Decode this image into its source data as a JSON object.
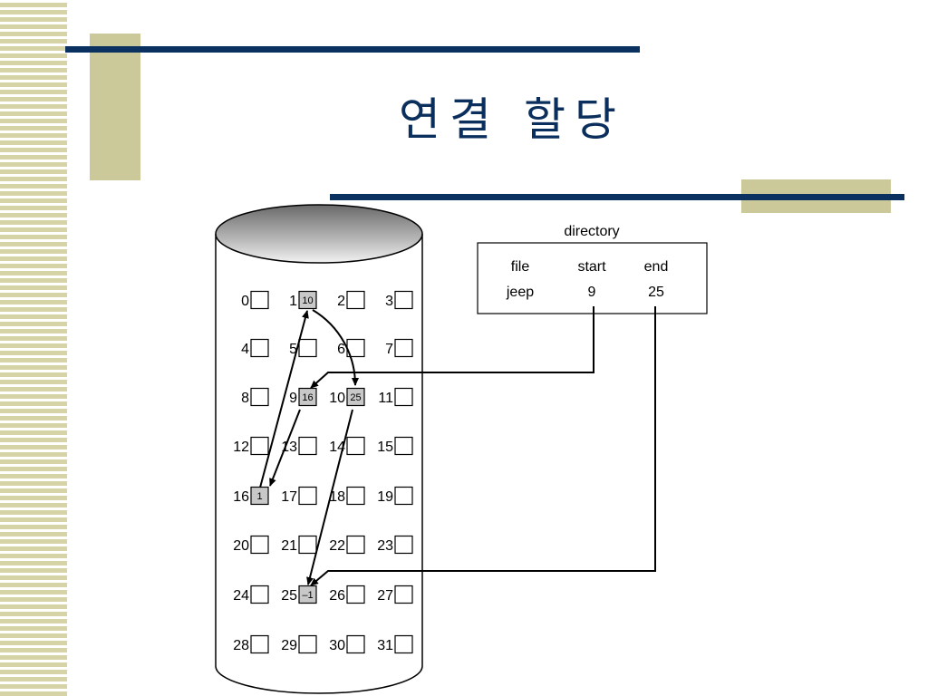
{
  "slide": {
    "title": "연결 할당",
    "colors": {
      "navy": "#0b3160",
      "olive": "#cbc99a"
    }
  },
  "diagram": {
    "directory": {
      "title": "directory",
      "headers": [
        "file",
        "start",
        "end"
      ],
      "row": [
        "jeep",
        "9",
        "25"
      ]
    },
    "blocks": [
      {
        "n": "0",
        "ptr": ""
      },
      {
        "n": "1",
        "ptr": "10"
      },
      {
        "n": "2",
        "ptr": ""
      },
      {
        "n": "3",
        "ptr": ""
      },
      {
        "n": "4",
        "ptr": ""
      },
      {
        "n": "5",
        "ptr": ""
      },
      {
        "n": "6",
        "ptr": ""
      },
      {
        "n": "7",
        "ptr": ""
      },
      {
        "n": "8",
        "ptr": ""
      },
      {
        "n": "9",
        "ptr": "16"
      },
      {
        "n": "10",
        "ptr": "25"
      },
      {
        "n": "11",
        "ptr": ""
      },
      {
        "n": "12",
        "ptr": ""
      },
      {
        "n": "13",
        "ptr": ""
      },
      {
        "n": "14",
        "ptr": ""
      },
      {
        "n": "15",
        "ptr": ""
      },
      {
        "n": "16",
        "ptr": "1"
      },
      {
        "n": "17",
        "ptr": ""
      },
      {
        "n": "18",
        "ptr": ""
      },
      {
        "n": "19",
        "ptr": ""
      },
      {
        "n": "20",
        "ptr": ""
      },
      {
        "n": "21",
        "ptr": ""
      },
      {
        "n": "22",
        "ptr": ""
      },
      {
        "n": "23",
        "ptr": ""
      },
      {
        "n": "24",
        "ptr": ""
      },
      {
        "n": "25",
        "ptr": "–1"
      },
      {
        "n": "26",
        "ptr": ""
      },
      {
        "n": "27",
        "ptr": ""
      },
      {
        "n": "28",
        "ptr": ""
      },
      {
        "n": "29",
        "ptr": ""
      },
      {
        "n": "30",
        "ptr": ""
      },
      {
        "n": "31",
        "ptr": ""
      }
    ],
    "chain": [
      "9",
      "16",
      "1",
      "10",
      "25"
    ]
  }
}
